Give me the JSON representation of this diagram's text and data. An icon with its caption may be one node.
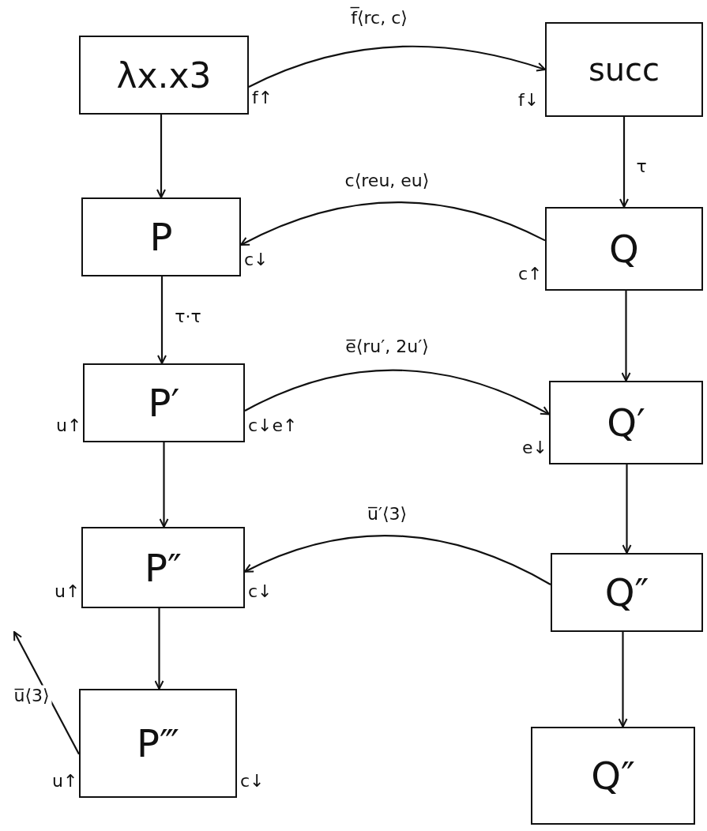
{
  "diagram": {
    "nodes": [
      {
        "text": [
          "λx.x3"
        ],
        "beside": [
          "f↑"
        ]
      },
      {
        "text": [
          "succ"
        ],
        "beside": [
          "f↓"
        ]
      },
      {
        "text": [
          "P"
        ],
        "beside": [
          "c↓"
        ]
      },
      {
        "text": [
          "Q"
        ],
        "beside": [
          "c↑"
        ]
      },
      {
        "text": [
          "P′"
        ],
        "beside": [
          "u↑",
          "c↓e↑"
        ]
      },
      {
        "text": [
          "Q′"
        ],
        "beside": [
          "e↓"
        ]
      },
      {
        "text": [
          "P″"
        ],
        "beside": [
          "u↑",
          "c↓"
        ]
      },
      {
        "text": [
          "Q″"
        ]
      },
      {
        "text": [
          "P‴"
        ],
        "beside": [
          "u↑",
          "c↓"
        ]
      },
      {
        "text": [
          "Q″"
        ]
      }
    ],
    "edges": [
      {
        "from": 0,
        "to": 1,
        "arrow": "to",
        "label": "f̅⟨rc, c⟩"
      },
      {
        "from": 0,
        "to": 2,
        "arrow": "to"
      },
      {
        "from": 1,
        "to": 3,
        "arrow": "to",
        "label": "τ"
      },
      {
        "from": 3,
        "to": 2,
        "arrow": "to",
        "label": "c⟨reu, eu⟩"
      },
      {
        "from": 2,
        "to": 4,
        "arrow": "to",
        "label": "τ·τ"
      },
      {
        "from": 3,
        "to": 5,
        "arrow": "to"
      },
      {
        "from": 4,
        "to": 5,
        "arrow": "to",
        "label": "e̅⟨ru′, 2u′⟩"
      },
      {
        "from": 4,
        "to": 6,
        "arrow": "to"
      },
      {
        "from": 5,
        "to": 7,
        "arrow": "to"
      },
      {
        "from": 7,
        "to": 6,
        "arrow": "to",
        "label": "u̅′⟨3⟩"
      },
      {
        "from": 6,
        "to": 8,
        "arrow": "to"
      },
      {
        "from": 7,
        "to": 9,
        "arrow": "to"
      },
      {
        "from": 8,
        "to": null,
        "arrow": "to",
        "label": "u̅⟨3⟩"
      }
    ]
  }
}
